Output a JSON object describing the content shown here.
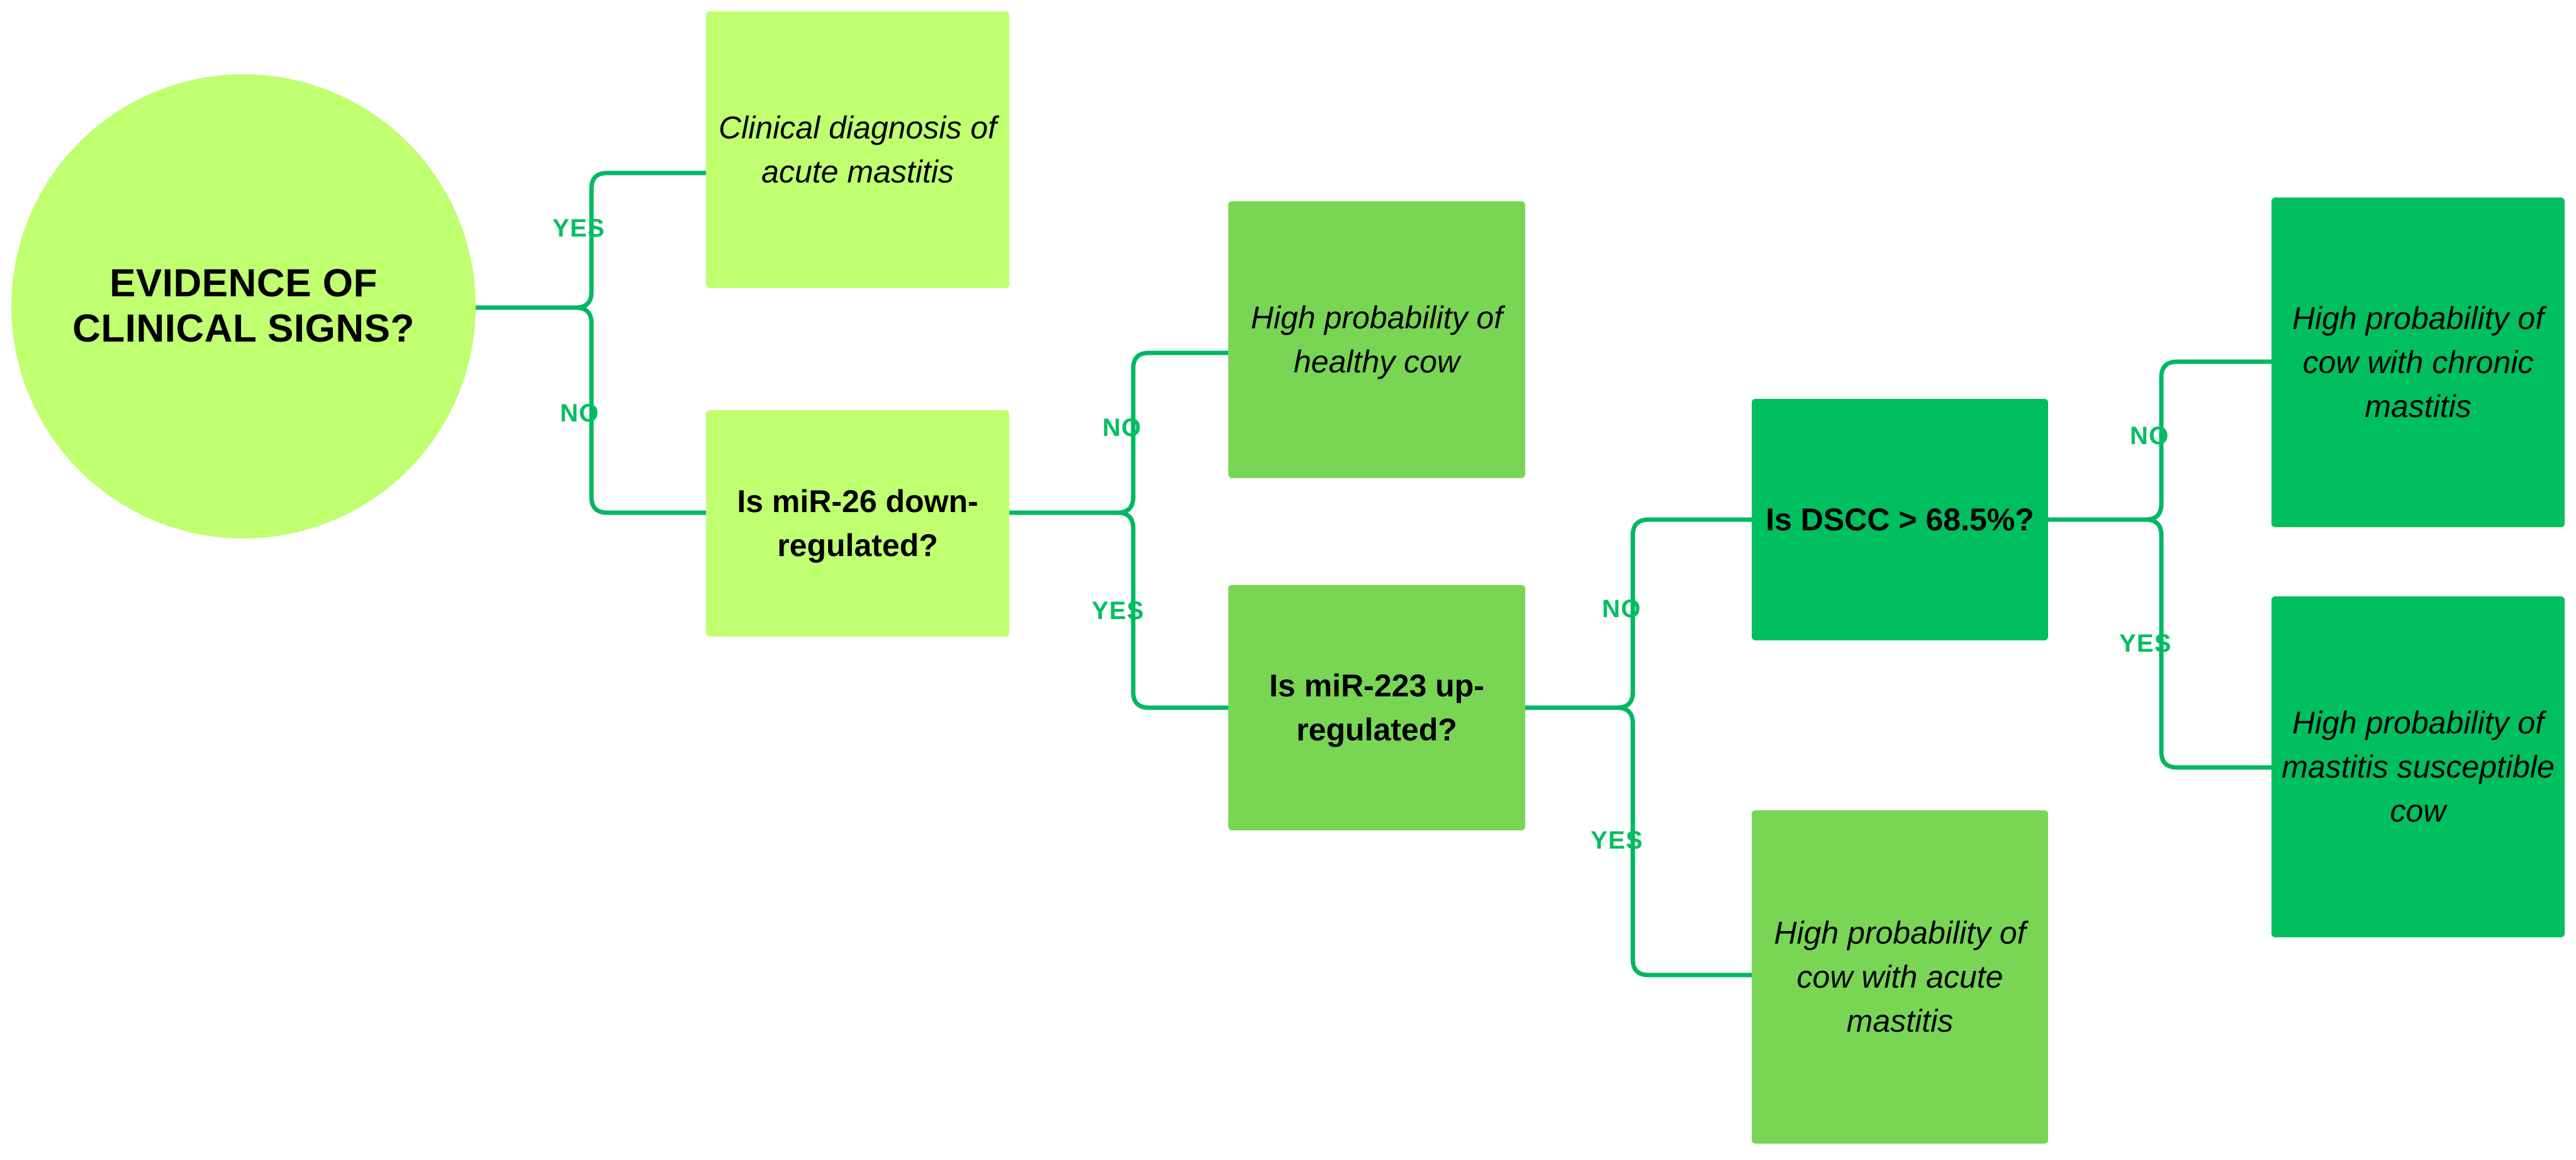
{
  "diagram": {
    "title_text": "",
    "colors": {
      "light_green": "#BFFF70",
      "mid_green": "#78D654",
      "dark_green": "#00BF5F",
      "connector": "#00B862",
      "text": "#000000",
      "label": "#00BF5F",
      "background": "#FFFFFF"
    },
    "nodes": {
      "root": {
        "label": "EVIDENCE OF CLINICAL SIGNS?",
        "shape": "circle",
        "color": "light_green",
        "kind": "decision"
      },
      "clinical_dx": {
        "label": "Clinical diagnosis of acute mastitis",
        "shape": "rect",
        "color": "light_green",
        "kind": "outcome"
      },
      "mir26": {
        "label": "Is miR-26 down-regulated?",
        "shape": "rect",
        "color": "light_green",
        "kind": "decision"
      },
      "healthy_cow": {
        "label": "High probability of healthy cow",
        "shape": "rect",
        "color": "mid_green",
        "kind": "outcome"
      },
      "mir223": {
        "label": "Is miR-223 up-regulated?",
        "shape": "rect",
        "color": "mid_green",
        "kind": "decision"
      },
      "dscc": {
        "label": "Is DSCC > 68.5%?",
        "shape": "rect",
        "color": "dark_green",
        "kind": "decision"
      },
      "acute_mastitis": {
        "label": "High probability of cow with acute mastitis",
        "shape": "rect",
        "color": "mid_green",
        "kind": "outcome"
      },
      "chronic_mastitis": {
        "label": "High probability of cow with chronic mastitis",
        "shape": "rect",
        "color": "dark_green",
        "kind": "outcome"
      },
      "susceptible_cow": {
        "label": "High probability of mastitis susceptible cow",
        "shape": "rect",
        "color": "dark_green",
        "kind": "outcome"
      }
    },
    "edge_labels": {
      "root_yes": "YES",
      "root_no": "NO",
      "mir26_no": "NO",
      "mir26_yes": "YES",
      "mir223_no": "NO",
      "mir223_yes": "YES",
      "dscc_no": "NO",
      "dscc_yes": "YES"
    },
    "edges": [
      {
        "from": "root",
        "to": "clinical_dx",
        "label": "YES"
      },
      {
        "from": "root",
        "to": "mir26",
        "label": "NO"
      },
      {
        "from": "mir26",
        "to": "healthy_cow",
        "label": "NO"
      },
      {
        "from": "mir26",
        "to": "mir223",
        "label": "YES"
      },
      {
        "from": "mir223",
        "to": "dscc",
        "label": "NO"
      },
      {
        "from": "mir223",
        "to": "acute_mastitis",
        "label": "YES"
      },
      {
        "from": "dscc",
        "to": "chronic_mastitis",
        "label": "NO"
      },
      {
        "from": "dscc",
        "to": "susceptible_cow",
        "label": "YES"
      }
    ]
  }
}
